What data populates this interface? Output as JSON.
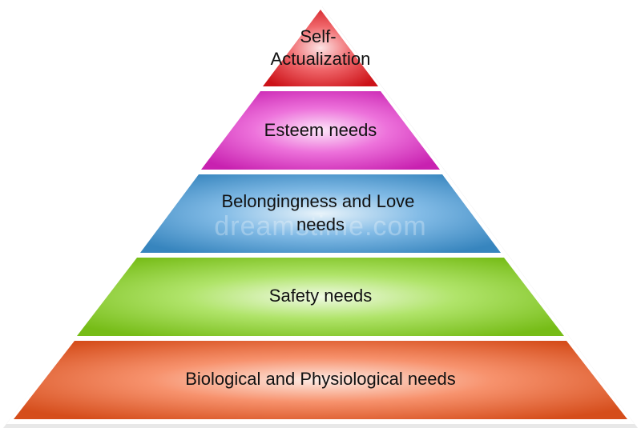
{
  "diagram": {
    "type": "pyramid",
    "tiers": [
      {
        "id": "self-actualization",
        "lines": [
          "Self-",
          "Actualization"
        ],
        "color": "#e8151b"
      },
      {
        "id": "esteem",
        "lines": [
          "Esteem needs"
        ],
        "color": "#e326c8"
      },
      {
        "id": "belonging",
        "lines": [
          "Belongingness and Love",
          "needs"
        ],
        "color": "#3f97d8"
      },
      {
        "id": "safety",
        "lines": [
          "Safety needs"
        ],
        "color": "#86d61a"
      },
      {
        "id": "biological",
        "lines": [
          "Biological and Physiological needs"
        ],
        "color": "#f2581f"
      }
    ],
    "watermark": "dreamstime.com"
  }
}
